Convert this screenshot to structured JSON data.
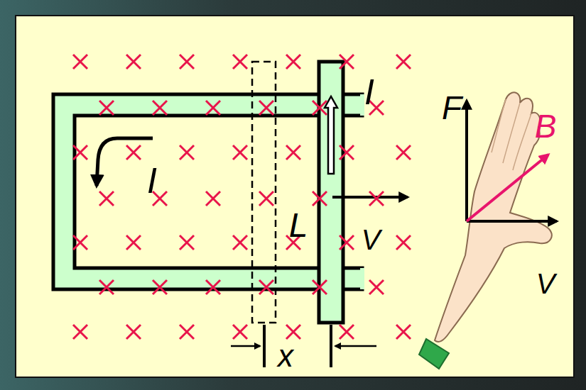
{
  "diagram": {
    "labels": [
      "I",
      "F",
      "B",
      "I",
      "L",
      "V",
      "V",
      "x"
    ]
  }
}
